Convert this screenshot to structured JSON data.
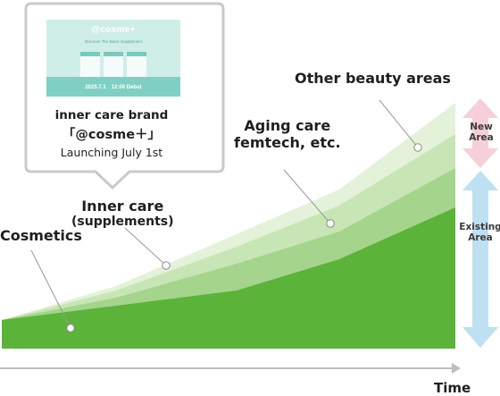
{
  "callout": {
    "thumbnail": {
      "brand_logo": "@cosme+",
      "subtitle": "Discover The Basic Supplement",
      "date_text": "2025.7.1　12:00 Debut"
    },
    "line1": "inner care brand",
    "line2": "「@cosme＋」",
    "line3": "Launching  July 1st"
  },
  "labels": {
    "other_beauty": "Other beauty areas",
    "aging_care_1": "Aging care",
    "aging_care_2": "femtech, etc.",
    "inner_care_1": "Inner care",
    "inner_care_2": "(supplements)",
    "cosmetics": "Cosmetics"
  },
  "right_axis": {
    "new_area_1": "New",
    "new_area_2": "Area",
    "existing_area_1": "Existing",
    "existing_area_2": "Area"
  },
  "x_axis": {
    "label": "Time"
  },
  "colors": {
    "cosmetics": "#5bb33a",
    "inner_care": "#a5d48c",
    "aging_care": "#c8e5b6",
    "other_beauty": "#e3f2d9",
    "new_area_arrow": "#f7cfd8",
    "existing_area_arrow": "#bfe0f2",
    "axis": "#bdbdbd"
  }
}
